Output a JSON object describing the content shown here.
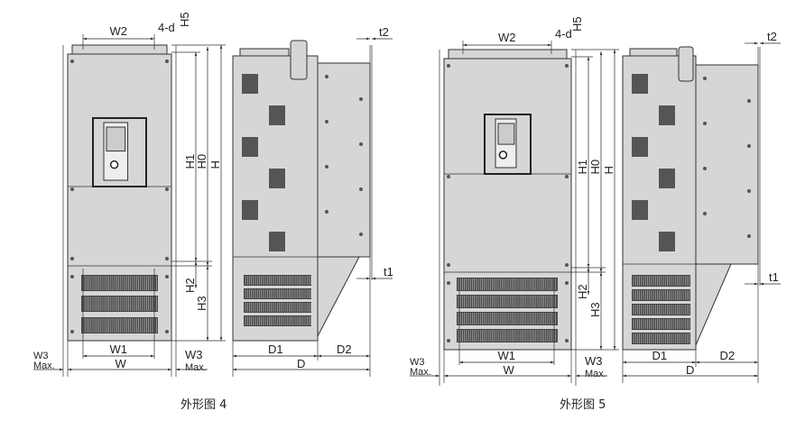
{
  "figures": [
    {
      "caption": "外形图 4",
      "labels": {
        "W2": "W2",
        "d": "4-d",
        "H5": "H5",
        "H1": "H1",
        "H0": "H0",
        "H": "H",
        "H2": "H2",
        "H3": "H3",
        "W1": "W1",
        "W": "W",
        "W3": "W3",
        "Max": "Max.",
        "D1": "D1",
        "D2": "D2",
        "D": "D",
        "t1": "t1",
        "t2": "t2"
      }
    },
    {
      "caption": "外形图 5",
      "labels": {
        "W2": "W2",
        "d": "4-d",
        "H5": "H5",
        "H1": "H1",
        "H0": "H0",
        "H": "H",
        "H2": "H2",
        "H3": "H3",
        "W1": "W1",
        "W": "W",
        "W3": "W3",
        "Max": "Max.",
        "D1": "D1",
        "D2": "D2",
        "D": "D",
        "t1": "t1",
        "t2": "t2"
      }
    }
  ]
}
